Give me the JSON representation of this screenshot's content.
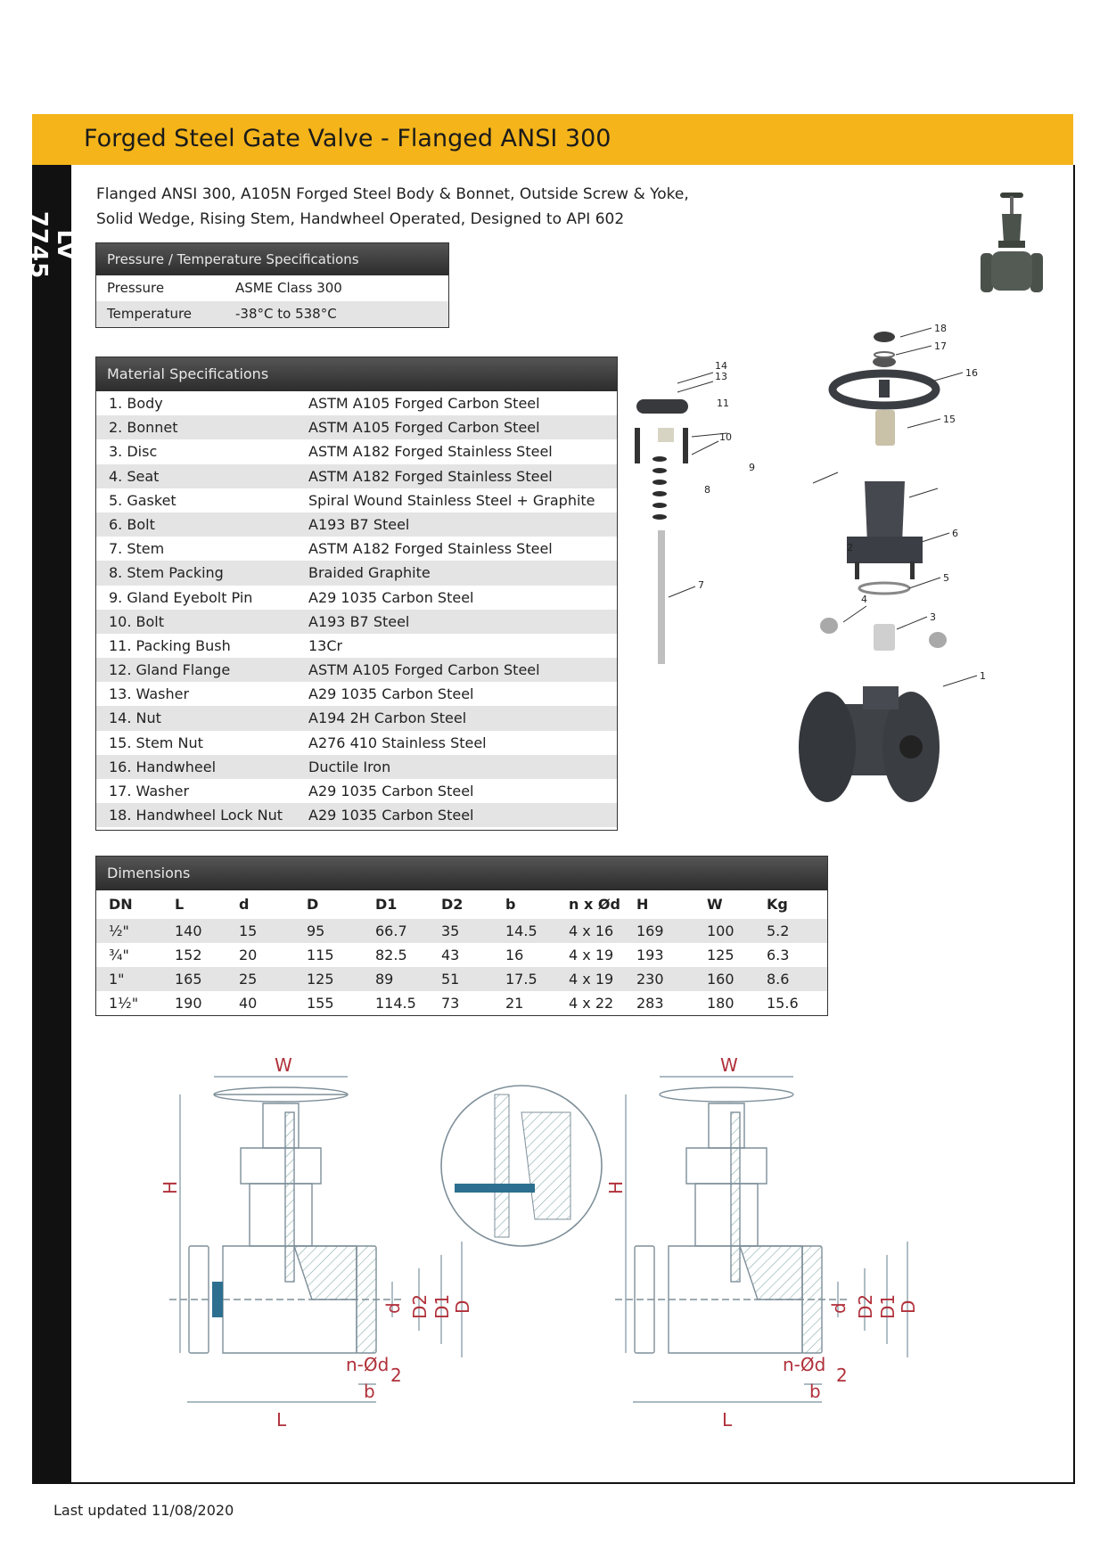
{
  "title": "Forged Steel Gate Valve - Flanged ANSI 300",
  "product_code": "LV 7745",
  "intro_lines": [
    "Flanged ANSI 300, A105N Forged Steel Body & Bonnet, Outside Screw & Yoke,",
    "Solid Wedge, Rising Stem, Handwheel Operated, Designed to API 602"
  ],
  "pressure_temperature": {
    "heading": "Pressure / Temperature Specifications",
    "rows": [
      {
        "label": "Pressure",
        "value": "ASME Class 300"
      },
      {
        "label": "Temperature",
        "value": "-38°C to 538°C"
      }
    ]
  },
  "materials": {
    "heading": "Material Specifications",
    "rows": [
      {
        "part": "1. Body",
        "material": "ASTM A105 Forged Carbon Steel"
      },
      {
        "part": "2. Bonnet",
        "material": "ASTM A105 Forged Carbon Steel"
      },
      {
        "part": "3. Disc",
        "material": "ASTM A182 Forged Stainless Steel"
      },
      {
        "part": "4. Seat",
        "material": "ASTM A182 Forged Stainless Steel"
      },
      {
        "part": "5. Gasket",
        "material": "Spiral Wound Stainless Steel + Graphite"
      },
      {
        "part": "6. Bolt",
        "material": "A193 B7 Steel"
      },
      {
        "part": "7. Stem",
        "material": "ASTM A182 Forged Stainless Steel"
      },
      {
        "part": "8. Stem Packing",
        "material": "Braided Graphite"
      },
      {
        "part": "9. Gland Eyebolt Pin",
        "material": "A29 1035 Carbon Steel"
      },
      {
        "part": "10. Bolt",
        "material": "A193 B7 Steel"
      },
      {
        "part": "11. Packing Bush",
        "material": "13Cr"
      },
      {
        "part": "12. Gland Flange",
        "material": "ASTM A105 Forged Carbon Steel"
      },
      {
        "part": "13. Washer",
        "material": "A29 1035 Carbon Steel"
      },
      {
        "part": "14. Nut",
        "material": "A194 2H Carbon Steel"
      },
      {
        "part": "15. Stem Nut",
        "material": "A276 410 Stainless Steel"
      },
      {
        "part": "16. Handwheel",
        "material": "Ductile Iron"
      },
      {
        "part": "17. Washer",
        "material": "A29 1035 Carbon Steel"
      },
      {
        "part": "18. Handwheel Lock Nut",
        "material": "A29 1035 Carbon Steel"
      }
    ]
  },
  "dimensions": {
    "heading": "Dimensions",
    "columns": [
      "DN",
      "L",
      "d",
      "D",
      "D1",
      "D2",
      "b",
      "n x Ød",
      "H",
      "W",
      "Kg"
    ],
    "rows": [
      [
        "½\"",
        "140",
        "15",
        "95",
        "66.7",
        "35",
        "14.5",
        "4 x 16",
        "169",
        "100",
        "5.2"
      ],
      [
        "¾\"",
        "152",
        "20",
        "115",
        "82.5",
        "43",
        "16",
        "4 x 19",
        "193",
        "125",
        "6.3"
      ],
      [
        "1\"",
        "165",
        "25",
        "125",
        "89",
        "51",
        "17.5",
        "4 x 19",
        "230",
        "160",
        "8.6"
      ],
      [
        "1½\"",
        "190",
        "40",
        "155",
        "114.5",
        "73",
        "21",
        "4 x 22",
        "283",
        "180",
        "15.6"
      ]
    ]
  },
  "diagram_labels": {
    "W": "W",
    "H": "H",
    "L": "L",
    "b": "b",
    "two": "2",
    "d": "d",
    "D2": "D2",
    "D1": "D1",
    "D": "D",
    "nd": "n-Ød"
  },
  "explode_numbers": [
    "1",
    "2",
    "3",
    "4",
    "5",
    "6",
    "7",
    "8",
    "9",
    "10",
    "11",
    "13",
    "14",
    "15",
    "16",
    "17",
    "18"
  ],
  "footer": "Last updated 11/08/2020",
  "colors": {
    "accent": "#f4b41a",
    "dark": "#111111",
    "dim_label": "#b0303a"
  }
}
